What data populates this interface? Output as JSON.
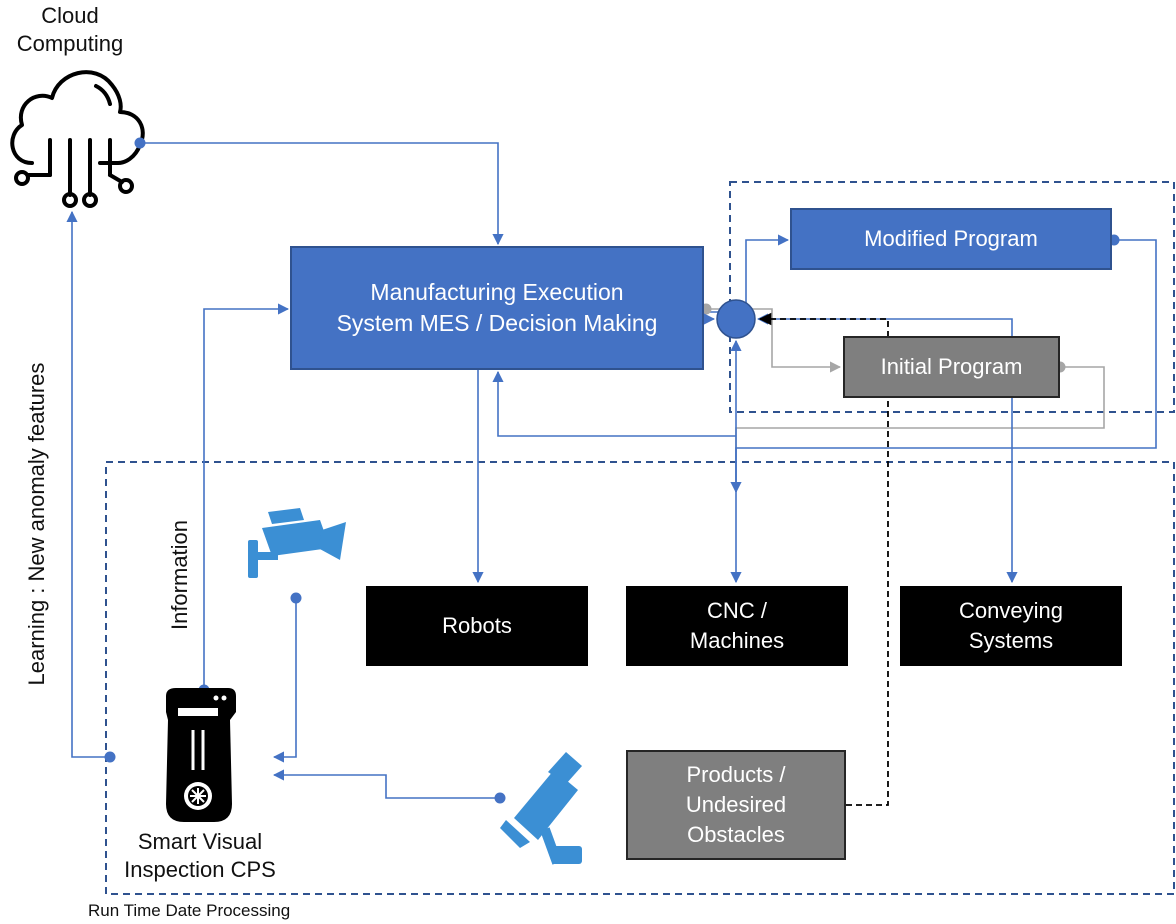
{
  "cloud": {
    "label_line1": "Cloud",
    "label_line2": "Computing",
    "icon": "cloud-network-icon"
  },
  "mes": {
    "label_line1": "Manufacturing Execution",
    "label_line2": "System MES / Decision Making"
  },
  "programs": {
    "modified": "Modified Program",
    "initial": "Initial Program"
  },
  "machines": {
    "robots": "Robots",
    "cnc_line1": "CNC /",
    "cnc_line2": "Machines",
    "conveying_line1": "Conveying",
    "conveying_line2": "Systems"
  },
  "products": {
    "line1": "Products /",
    "line2": "Undesired",
    "line3": "Obstacles"
  },
  "inspection": {
    "line1": "Smart Visual",
    "line2": "Inspection CPS",
    "icon": "inspection-device-icon"
  },
  "side_labels": {
    "learning": "Learning : New anomaly features",
    "information": "Information"
  },
  "footer": {
    "runtime": "Run Time Date Processing"
  },
  "icons": {
    "camera_top": "security-camera-icon",
    "camera_bottom": "security-camera-icon"
  },
  "colors": {
    "blue": "#4472c4",
    "blue_border": "#2f528f",
    "camera": "#3b8fd4",
    "gray_box": "#7f7f7f",
    "gray_line": "#a6a6a6",
    "dash_border": "#2f528f"
  }
}
